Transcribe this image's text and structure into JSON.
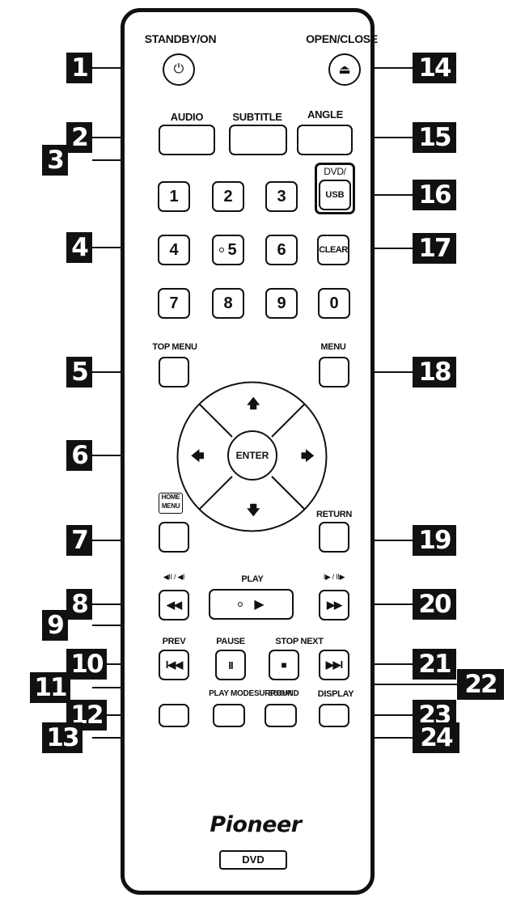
{
  "brand": "Pioneer",
  "model_badge": "DVD",
  "labels": {
    "standby": "STANDBY/ON",
    "open_close": "OPEN/CLOSE",
    "audio": "AUDIO",
    "subtitle": "SUBTITLE",
    "angle": "ANGLE",
    "dvd_usb_top": "DVD/",
    "usb": "USB",
    "clear": "CLEAR",
    "top_menu": "TOP MENU",
    "menu": "MENU",
    "enter": "ENTER",
    "home": "HOME",
    "home_menu": "MENU",
    "return": "RETURN",
    "rev_step": "◀II / ◀I",
    "play": "PLAY",
    "fwd_step": "I▶ / II▶",
    "prev": "PREV",
    "pause": "PAUSE",
    "stop_next": "STOP NEXT",
    "play_mode": "PLAY MODE",
    "surround": "SURROUND",
    "zoom": "ZOOM",
    "display": "DISPLAY"
  },
  "numbers": [
    "1",
    "2",
    "3",
    "4",
    "5",
    "6",
    "7",
    "8",
    "9",
    "0"
  ],
  "callouts": [
    "1",
    "2",
    "3",
    "4",
    "5",
    "6",
    "7",
    "8",
    "9",
    "10",
    "11",
    "12",
    "13",
    "14",
    "15",
    "16",
    "17",
    "18",
    "19",
    "20",
    "21",
    "22",
    "23",
    "24"
  ],
  "icons": {
    "power": "⏻",
    "eject": "⏏",
    "up": "🡅",
    "down": "🡇",
    "left": "🡄",
    "right": "🡆",
    "rewind": "◀◀",
    "play": "▶",
    "forward": "▶▶",
    "prev": "I◀◀",
    "pause": "II",
    "stop": "■",
    "next": "▶▶I"
  }
}
